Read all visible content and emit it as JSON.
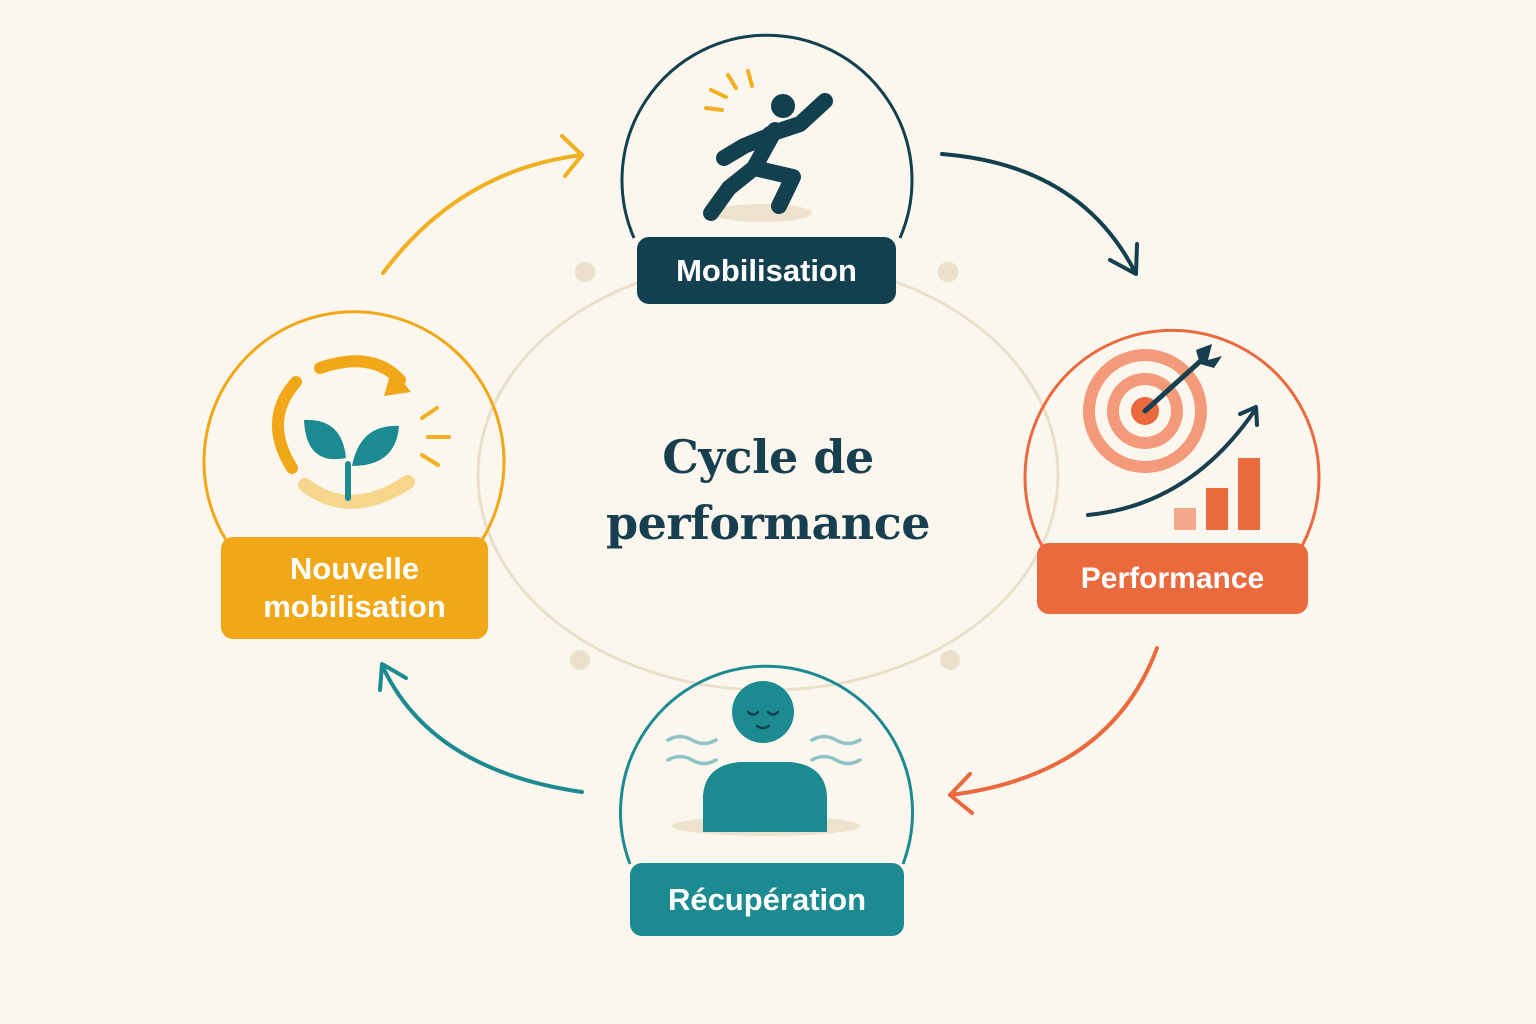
{
  "title": "Cycle de performance",
  "stages": {
    "mobilisation": {
      "label": "Mobilisation",
      "color": "#12404e",
      "icon": "running-person-icon"
    },
    "performance": {
      "label": "Performance",
      "color": "#ea6a3e",
      "icon": "target-growth-icon"
    },
    "recuperation": {
      "label": "Récupération",
      "color": "#1c8a91",
      "icon": "resting-person-icon"
    },
    "nouvelle_mobilisation": {
      "label": "Nouvelle mobilisation",
      "color": "#f0a818",
      "icon": "sprout-renewal-icon"
    }
  },
  "colors": {
    "background": "#fbf6ee",
    "center_ring": "#eadfcb",
    "title": "#173f4f"
  }
}
